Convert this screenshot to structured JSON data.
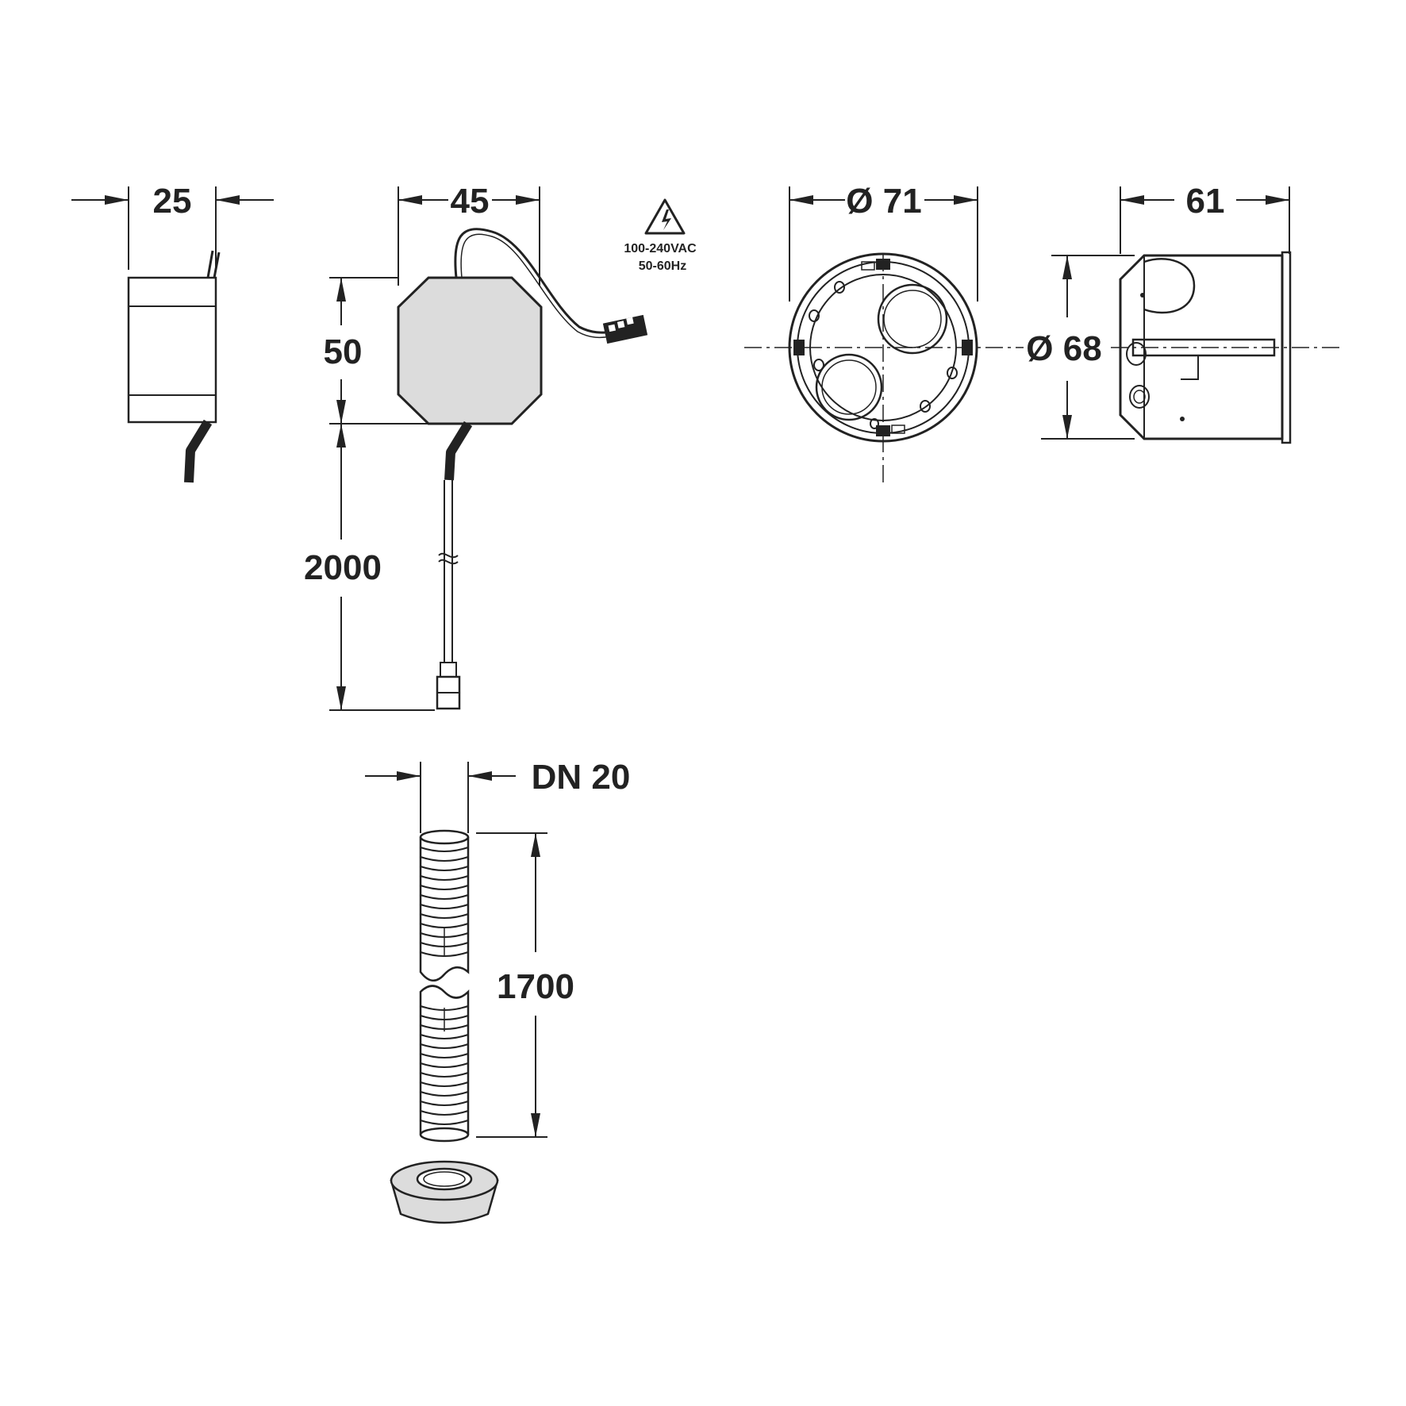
{
  "colors": {
    "line": "#222222",
    "body_fill": "#dcdcdc",
    "background": "#ffffff"
  },
  "icons": [
    "electrical-hazard-icon"
  ],
  "dimensions": {
    "transformer_width": "25",
    "adapter_width": "45",
    "adapter_height": "50",
    "cable_length": "2000",
    "box_diameter": "Ø 71",
    "box_depth": "61",
    "box_inner_diameter": "Ø 68",
    "conduit_size": "DN 20",
    "conduit_length": "1700"
  },
  "power_spec": {
    "voltage": "100-240VAC",
    "frequency": "50-60Hz"
  }
}
